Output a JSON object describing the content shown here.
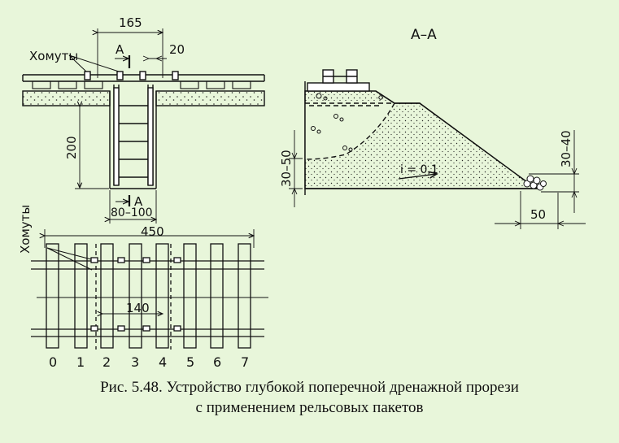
{
  "drawing": {
    "top_view": {
      "label_clamps": "Хомуты",
      "dim_total": "165",
      "dim_gap": "20",
      "section_letter_top": "A",
      "section_letter_bottom": "A",
      "dim_depth": "200",
      "dim_width": "80–100"
    },
    "plan_view": {
      "label_clamps": "Хомуты",
      "dim_length": "450",
      "dim_inner": "140",
      "sleeper_numbers": [
        "0",
        "1",
        "2",
        "3",
        "4",
        "5",
        "6",
        "7"
      ]
    },
    "section": {
      "title": "А–А",
      "dim_left": "30–50",
      "dim_right_vertical": "30–40",
      "dim_bottom": "50",
      "slope_label": "i = 0,1"
    }
  },
  "caption": {
    "line1": "Рис. 5.48. Устройство глубокой поперечной дренажной прорези",
    "line2": "с применением рельсовых пакетов"
  },
  "colors": {
    "background": "#e8f6da",
    "ink": "#111111"
  }
}
